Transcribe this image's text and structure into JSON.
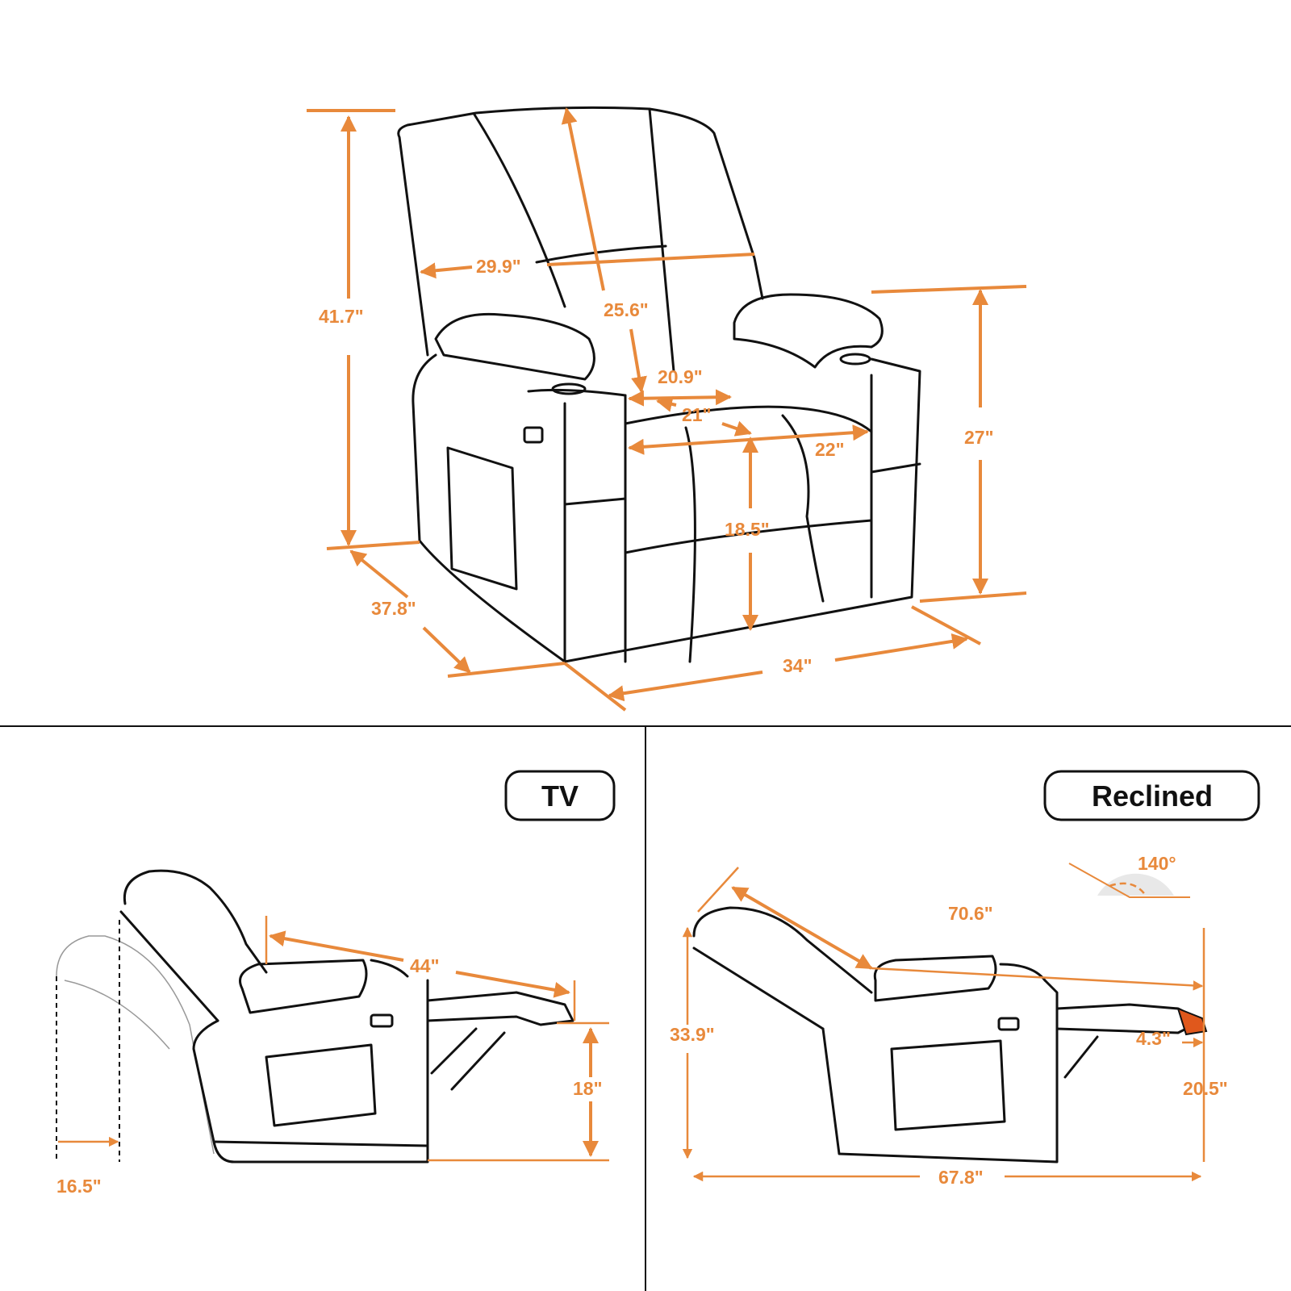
{
  "front_view": {
    "dimensions": {
      "overall_height": "41.7\"",
      "back_width": "29.9\"",
      "back_height": "25.6\"",
      "seat_width_front": "20.9\"",
      "seat_depth": "21\"",
      "seat_width": "22\"",
      "seat_height": "18.5\"",
      "arm_height": "27\"",
      "depth": "37.8\"",
      "width": "34\""
    }
  },
  "tv_view": {
    "tag": "TV",
    "dimensions": {
      "length": "44\"",
      "footrest_height": "18\"",
      "wall_clearance": "16.5\""
    }
  },
  "reclined_view": {
    "tag": "Reclined",
    "dimensions": {
      "angle": "140°",
      "back_length": "70.6\"",
      "height": "33.9\"",
      "footrest_extension": "4.3\"",
      "footrest_height": "20.5\"",
      "length": "67.8\""
    }
  },
  "colors": {
    "dimension": "#e8893b",
    "outline": "#111111",
    "highlight": "#e0581c"
  }
}
